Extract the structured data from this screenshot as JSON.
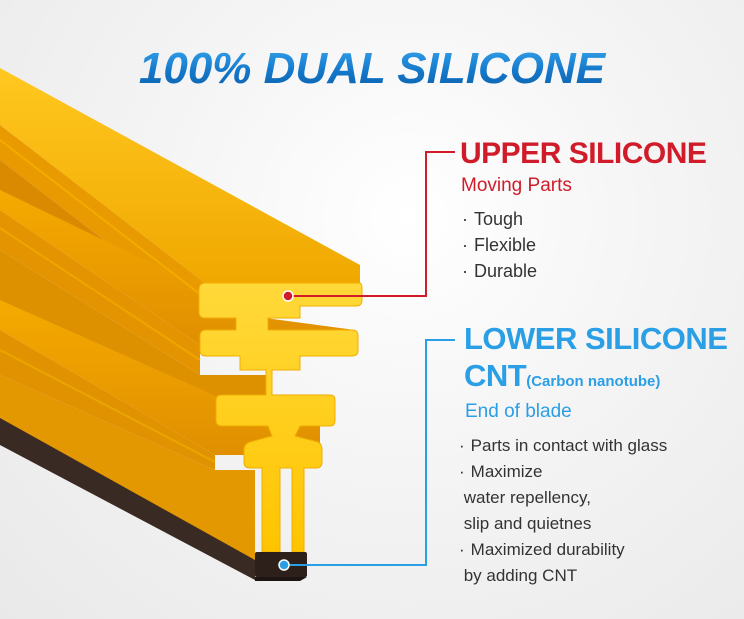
{
  "title": "100% DUAL SILICONE",
  "upper": {
    "heading": "UPPER SILICONE",
    "subheading": "Moving Parts",
    "bullet": "·",
    "items": [
      "Tough",
      "Flexible",
      "Durable"
    ],
    "color": "#d01c2a"
  },
  "lower": {
    "heading": "LOWER SILICONE",
    "cnt": "CNT",
    "cnt_note": "(Carbon nanotube)",
    "subheading": "End of blade",
    "bullet": "·",
    "items": [
      "Parts in contact with glass",
      "Maximize",
      " water repellency,",
      " slip and quietnes",
      "Maximized durability",
      " by adding CNT"
    ],
    "color": "#2b9fe6"
  },
  "colors": {
    "blade": "#f5b400",
    "blade_dark": "#d88e00",
    "blade_light": "#ffd21a",
    "lower_strip": "#3a2a24"
  }
}
